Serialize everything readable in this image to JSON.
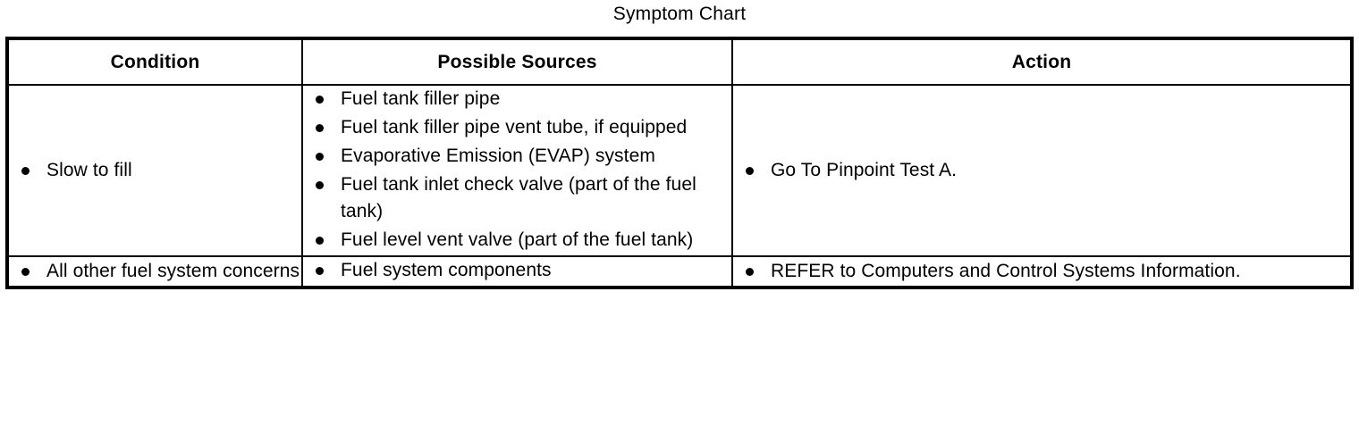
{
  "title": "Symptom Chart",
  "table": {
    "columns": [
      {
        "key": "condition",
        "label": "Condition"
      },
      {
        "key": "sources",
        "label": "Possible Sources"
      },
      {
        "key": "action",
        "label": "Action"
      }
    ],
    "rows": [
      {
        "condition": [
          "Slow to fill"
        ],
        "sources": [
          "Fuel tank filler pipe",
          "Fuel tank filler pipe vent tube, if equipped",
          "Evaporative Emission (EVAP) system",
          "Fuel tank inlet check valve (part of the fuel tank)",
          "Fuel level vent valve (part of the fuel tank)"
        ],
        "action": [
          "Go To Pinpoint Test A."
        ]
      },
      {
        "condition": [
          "All other fuel system concerns"
        ],
        "sources": [
          "Fuel system components"
        ],
        "action": [
          "REFER to Computers and Control Systems Information."
        ]
      }
    ]
  },
  "colors": {
    "text": "#000000",
    "background": "#ffffff",
    "border": "#000000"
  },
  "icons": {
    "bullet": "bullet-dot-icon"
  }
}
